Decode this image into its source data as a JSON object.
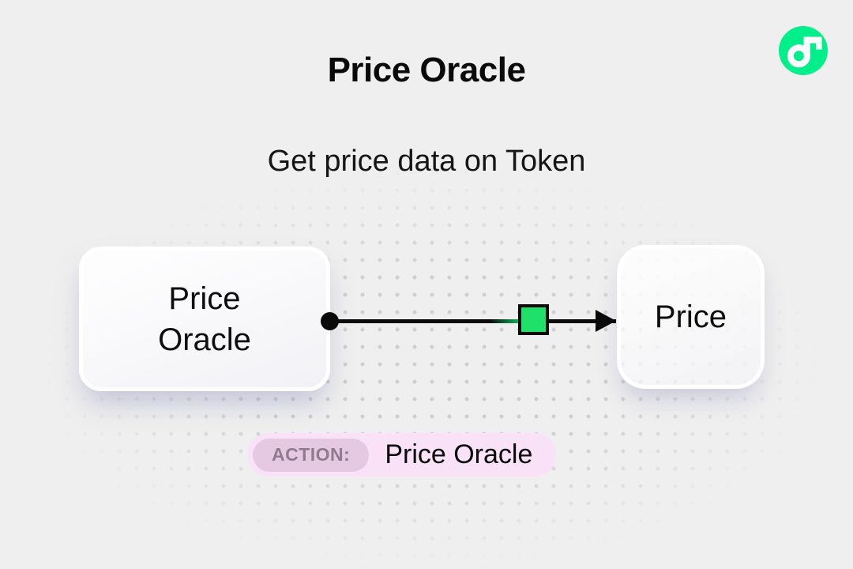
{
  "canvas": {
    "background": "#EFEFEF",
    "dot_color": "#C9CBD1"
  },
  "header": {
    "title": "Price Oracle",
    "subtitle": "Get price data on Token"
  },
  "logo": {
    "name": "flow-logo",
    "circle_color": "#00EF8B",
    "glyph_color": "#FFFFFF"
  },
  "diagram": {
    "source_node": {
      "label": "Price Oracle"
    },
    "target_node": {
      "label": "Price"
    },
    "connector": {
      "line_color": "#0A0A0A",
      "marker_fill": "#1FE169",
      "accent_color": "#12C962"
    }
  },
  "action_badge": {
    "label": "ACTION:",
    "value": "Price Oracle",
    "outer_bg": "#F9E2F7",
    "label_bg": "#E5C9E2",
    "label_color": "#8E7C8D"
  }
}
